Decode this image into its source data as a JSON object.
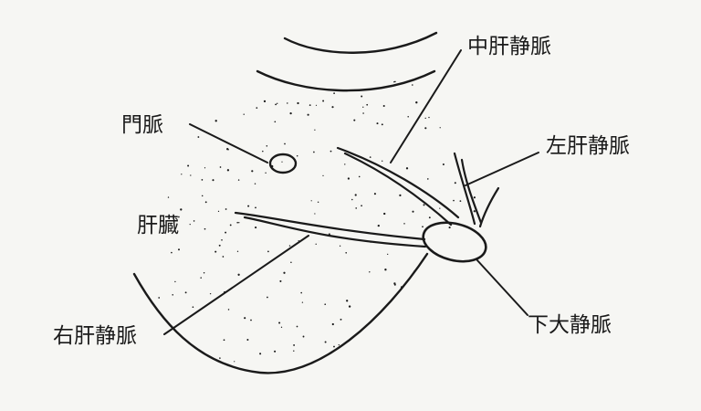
{
  "labels": {
    "portal_vein": "門脈",
    "liver": "肝臓",
    "middle_hepatic_vein": "中肝静脈",
    "left_hepatic_vein": "左肝静脈",
    "right_hepatic_vein": "右肝静脈",
    "inferior_vena_cava": "下大静脈"
  },
  "colors": {
    "ink": "#1a1a1a",
    "paper": "#f6f6f3"
  }
}
